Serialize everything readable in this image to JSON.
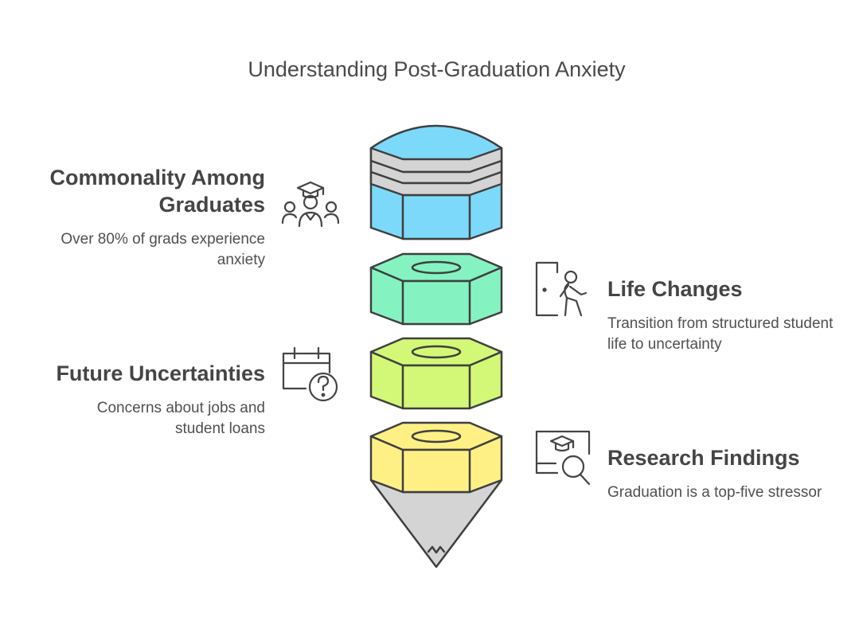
{
  "title": "Understanding Post-Graduation Anxiety",
  "colors": {
    "cap": "#7dd9f9",
    "band": "#d4d4d4",
    "segment_green": "#85f3c1",
    "segment_lime": "#d3f877",
    "segment_yellow": "#fff086",
    "tip": "#d4d4d4",
    "stroke": "#3f3f3f"
  },
  "items": [
    {
      "heading": "Commonality Among Graduates",
      "description": "Over 80% of grads experience anxiety",
      "icon": "graduates-group-icon"
    },
    {
      "heading": "Life Changes",
      "description": "Transition from structured student life to uncertainty",
      "icon": "person-leaving-door-icon"
    },
    {
      "heading": "Future Uncertainties",
      "description": "Concerns about jobs and student loans",
      "icon": "calendar-question-icon"
    },
    {
      "heading": "Research Findings",
      "description": "Graduation is a top-five stressor",
      "icon": "research-magnifier-icon"
    }
  ]
}
